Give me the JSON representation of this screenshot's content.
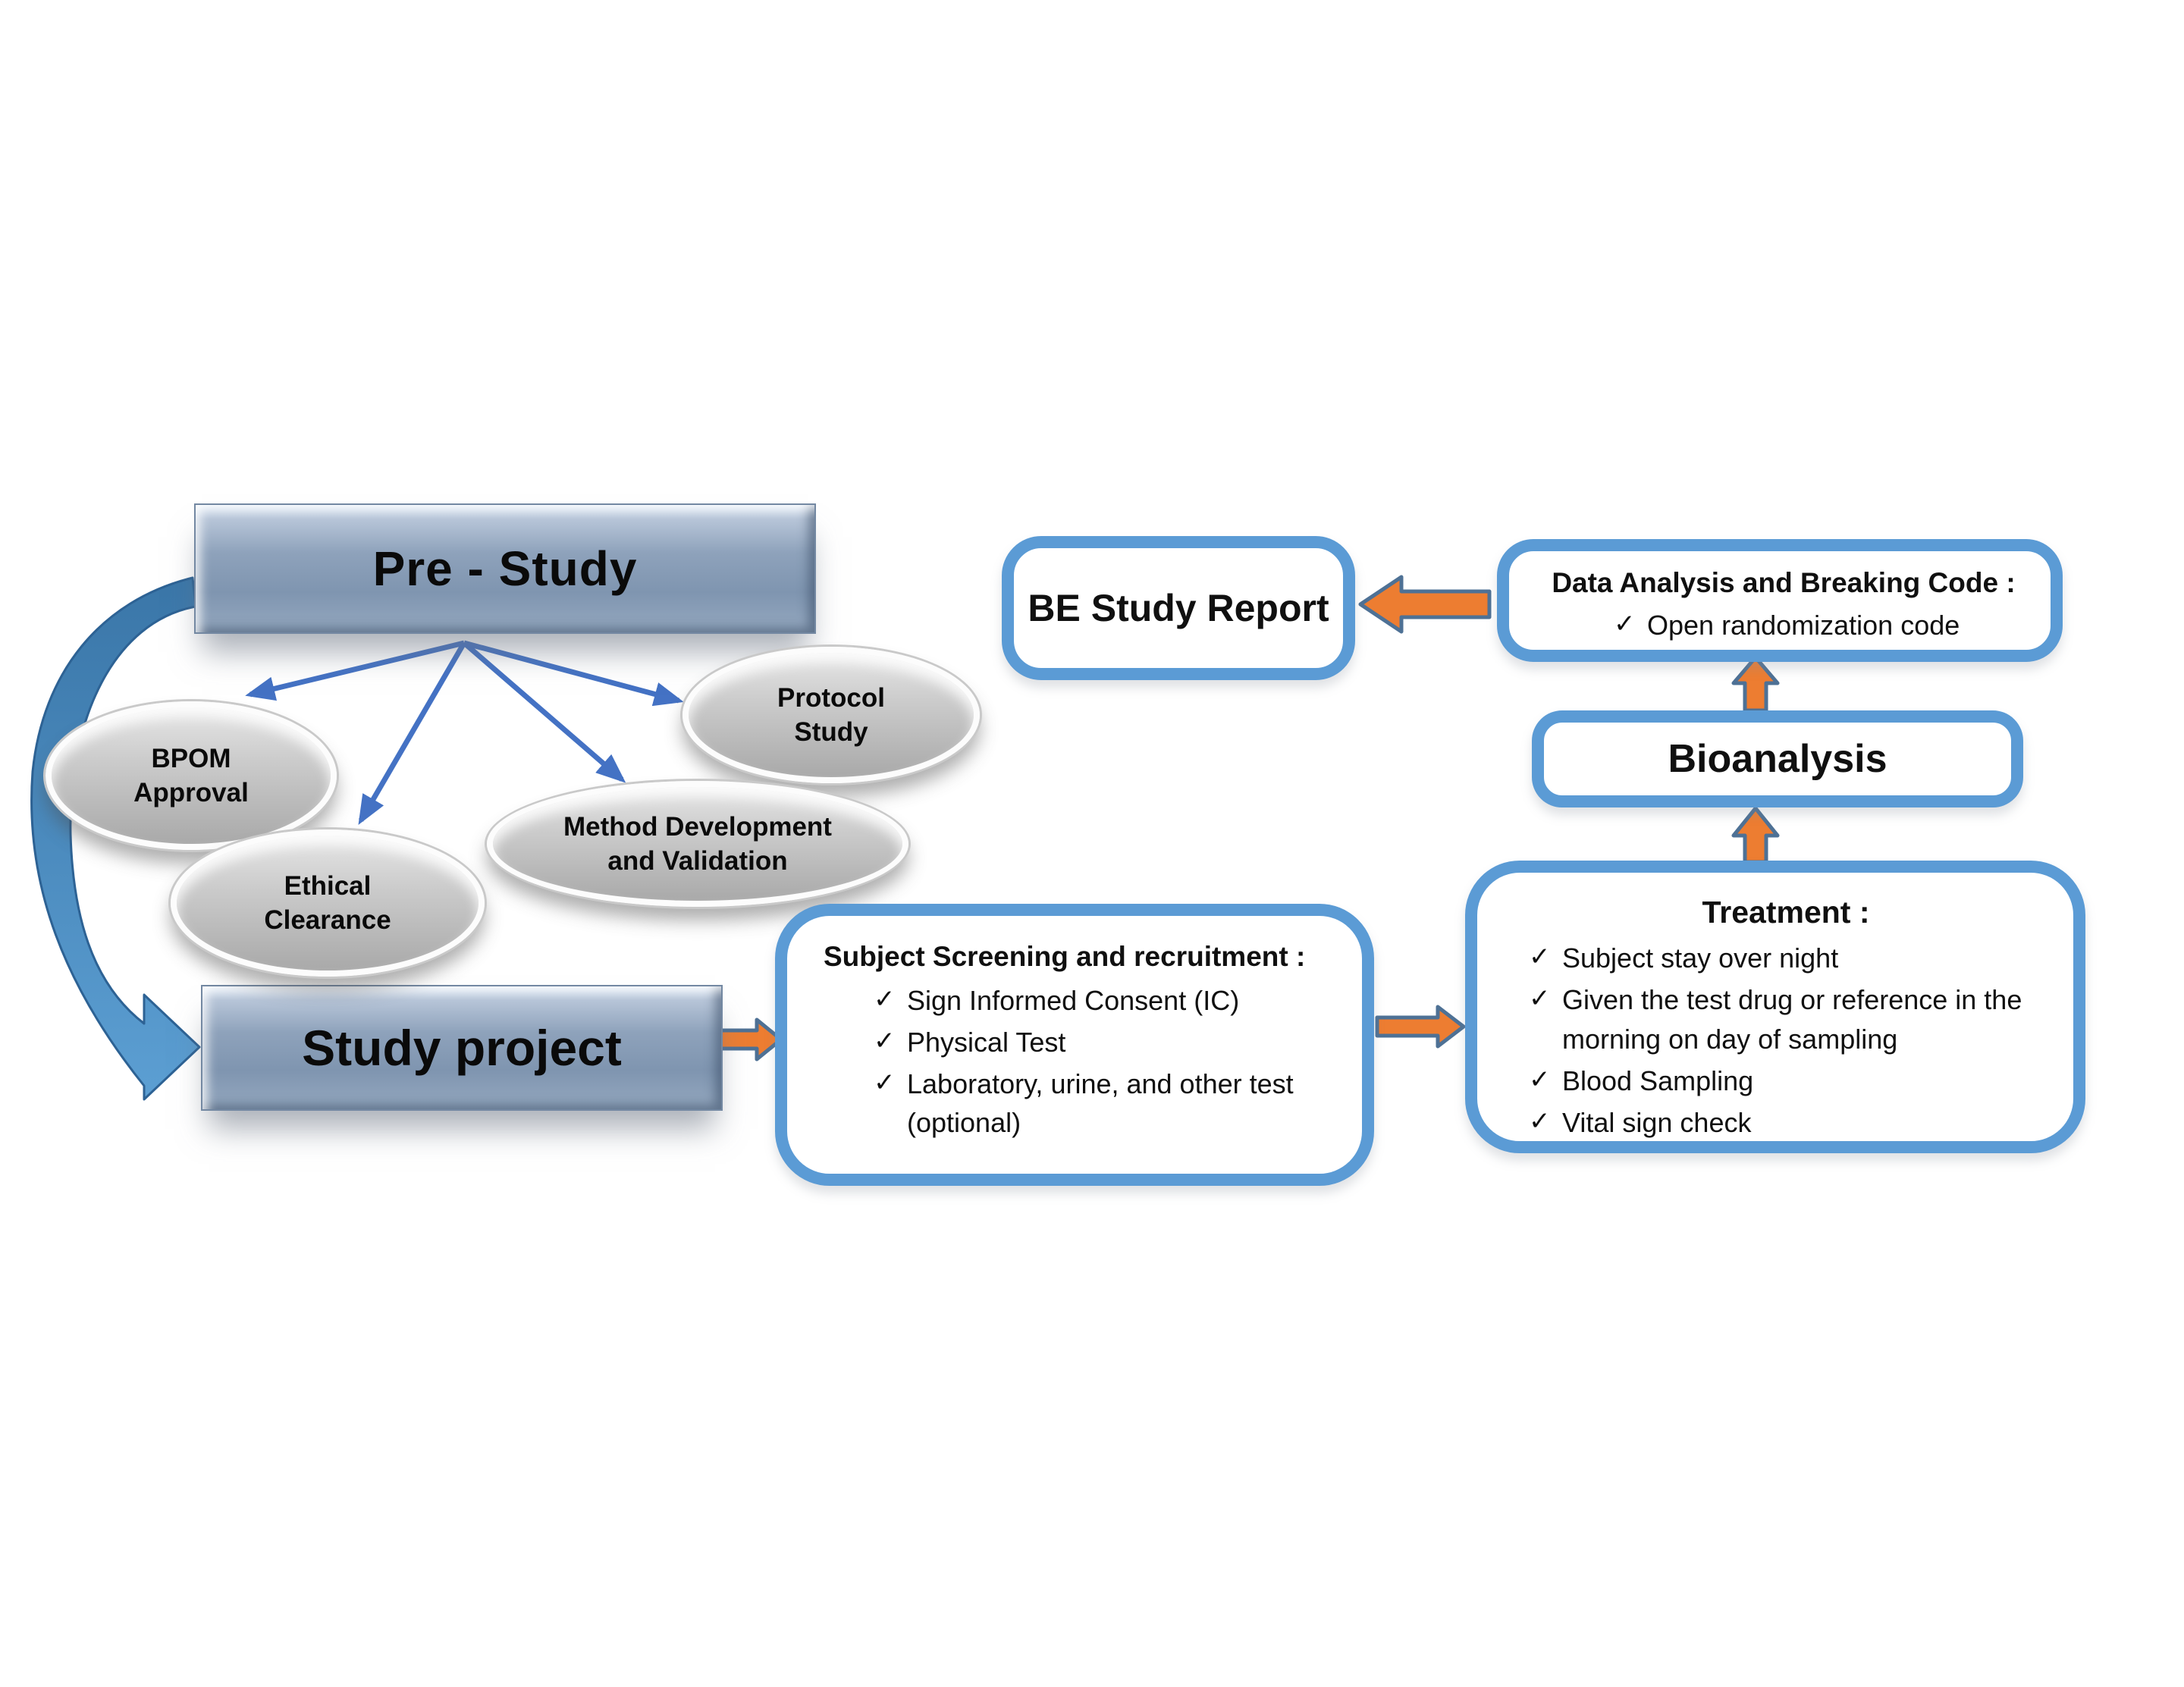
{
  "pre_study": {
    "label": "Pre - Study"
  },
  "study_project": {
    "label": "Study project"
  },
  "ellipses": {
    "bpom": {
      "lines": [
        "BPOM",
        "Approval"
      ]
    },
    "ethical": {
      "lines": [
        "Ethical",
        "Clearance"
      ]
    },
    "protocol": {
      "lines": [
        "Protocol",
        "Study"
      ]
    },
    "method": {
      "lines": [
        "Method Development",
        "and Validation"
      ]
    }
  },
  "subject_screening": {
    "title": "Subject Screening and recruitment :",
    "items": [
      "Sign Informed Consent (IC)",
      "Physical Test",
      "Laboratory, urine, and other test (optional)"
    ]
  },
  "treatment": {
    "title": "Treatment :",
    "items": [
      "Subject stay over night",
      "Given the test drug or reference in the morning on day of sampling",
      "Blood Sampling",
      "Vital sign check"
    ]
  },
  "bioanalysis": {
    "label": "Bioanalysis"
  },
  "data_analysis": {
    "title": "Data Analysis and Breaking Code :",
    "items": [
      "Open randomization code"
    ]
  },
  "be_study_report": {
    "label": "BE Study Report"
  },
  "glyphs": {
    "check": "✓"
  },
  "colors": {
    "border_blue": "#5B9BD5",
    "connector_blue": "#4472C4",
    "swoosh_blue_dark": "#3A76A8",
    "swoosh_blue_light": "#5C9FD3",
    "arrow_orange": "#ED7D31",
    "arrow_outline": "#4E7195",
    "header_box_fill": "#8399B4",
    "ellipse_fill": "#BFBFBF",
    "text": "#101010",
    "background": "#FFFFFF"
  }
}
